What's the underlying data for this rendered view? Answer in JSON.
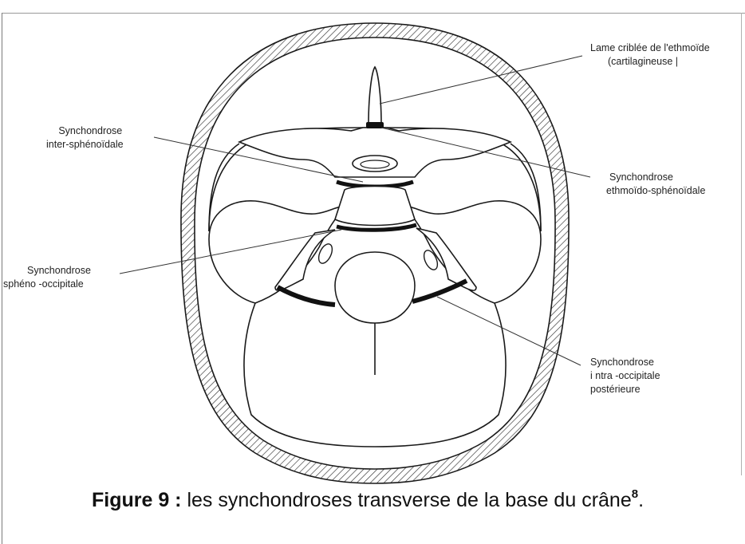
{
  "labels": {
    "lame_line1": "Lame criblée de l'ethmoïde",
    "lame_line2": "(cartilagineuse |",
    "inter_line1": "Synchondrose",
    "inter_line2": "inter-sphénoïdale",
    "ethmo_line1": "Synchondrose",
    "ethmo_line2": "ethmoïdo-sphénoïdale",
    "spheno_line1": "Synchondrose",
    "spheno_line2": "sphéno -occipitale",
    "intra_line1": "Synchondrose",
    "intra_line2": "i ntra -occipitale",
    "intra_line3": "postérieure"
  },
  "caption": {
    "figure_label": "Figure 9 :",
    "text": " les synchondroses transverse de la base du crâne",
    "superscript": "8",
    "end": "."
  },
  "colors": {
    "ink": "#1a1a1a",
    "hatch": "#333333",
    "synchondrose": "#111111"
  }
}
